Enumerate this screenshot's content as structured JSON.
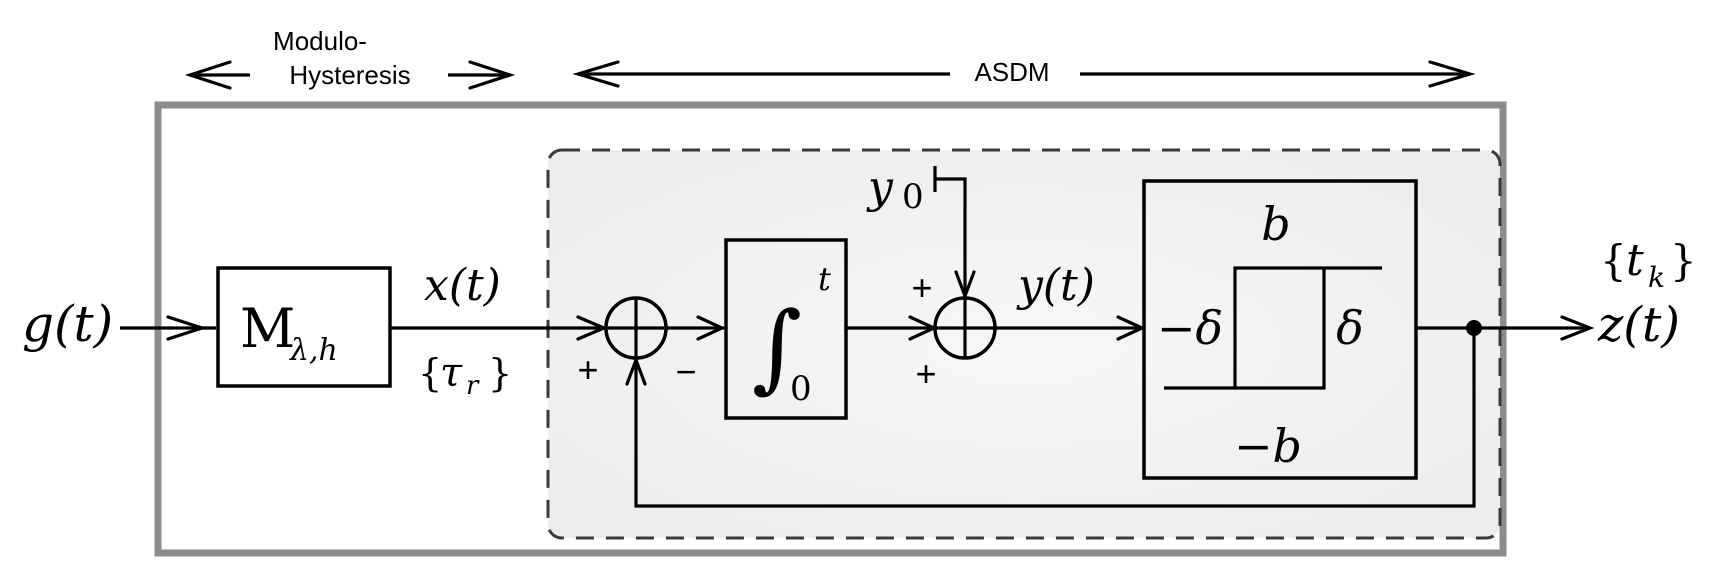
{
  "diagram": {
    "brackets": {
      "modulo_hysteresis_line1": "Modulo-",
      "modulo_hysteresis_line2": "Hysteresis",
      "asdm": "ASDM"
    },
    "signals": {
      "input": "g(t)",
      "modulo_output": "x(t)",
      "modulo_events": "{τ_r}",
      "modulo_events_base": "τ",
      "modulo_events_sub": "r",
      "integrator_output_sum": "y(t)",
      "initial_condition": "y",
      "initial_condition_sub": "0",
      "output": "z(t)",
      "output_events_base": "t",
      "output_events_sub": "k"
    },
    "blocks": {
      "modulo": {
        "symbol": "M",
        "sub": "λ,h"
      },
      "integrator": {
        "symbol": "∫",
        "upper": "t",
        "lower": "0"
      },
      "hysteresis": {
        "upper_level": "b",
        "lower_level": "−b",
        "left_threshold": "−δ",
        "right_threshold": "δ"
      }
    },
    "summing_junctions": {
      "first": {
        "left_sign": "+",
        "bottom_sign": "−"
      },
      "second": {
        "top_sign": "+",
        "bottom_sign": "+"
      }
    },
    "colors": {
      "outer_border": "#8c8c8c",
      "inner_fill": "#f2f2f2",
      "inner_dash": "#3a3a3a",
      "ink": "#000000"
    }
  }
}
